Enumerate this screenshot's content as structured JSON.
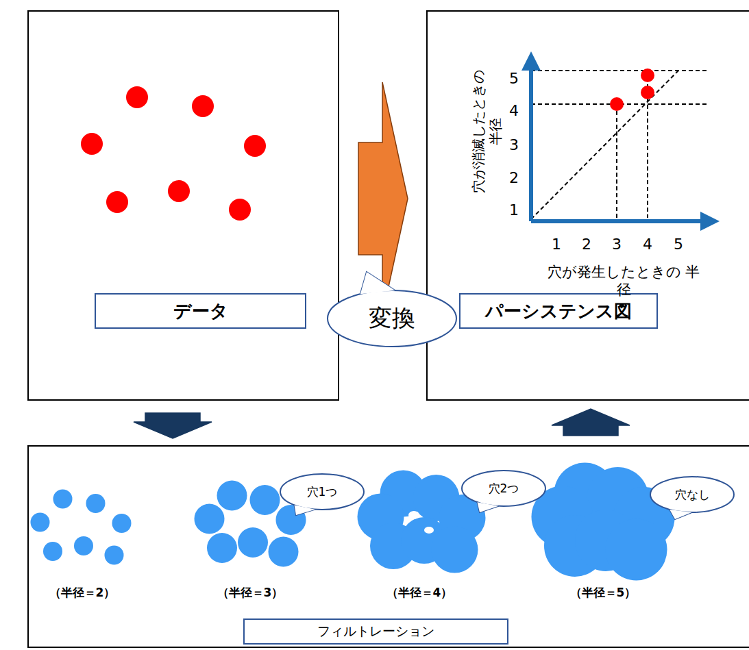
{
  "diagram": {
    "nodes": [
      {
        "text": [
          "データ"
        ]
      },
      {
        "text": [
          "変換"
        ]
      },
      {
        "text": [
          "パーシステンス図"
        ]
      },
      {
        "text": [
          "フィルトレーション"
        ]
      },
      {
        "text": [
          "穴1つ"
        ],
        "in": 3
      },
      {
        "text": [
          "穴2つ"
        ],
        "in": 3
      },
      {
        "text": [
          "穴なし"
        ],
        "in": 3
      }
    ],
    "edges": [
      {
        "from": 0,
        "to": 2,
        "arrow": "to"
      },
      {
        "from": 0,
        "to": 3,
        "arrow": "to"
      },
      {
        "from": 3,
        "to": 2,
        "arrow": "to"
      }
    ],
    "labels": [
      "穴が消滅したときの 半径",
      "5",
      "4",
      "3",
      "2",
      "1",
      "1",
      "2",
      "3",
      "4",
      "5",
      "穴が発生したときの 半径",
      "（半径＝2）",
      "（半径＝3）",
      "（半径＝4）",
      "（半径＝5）"
    ]
  }
}
